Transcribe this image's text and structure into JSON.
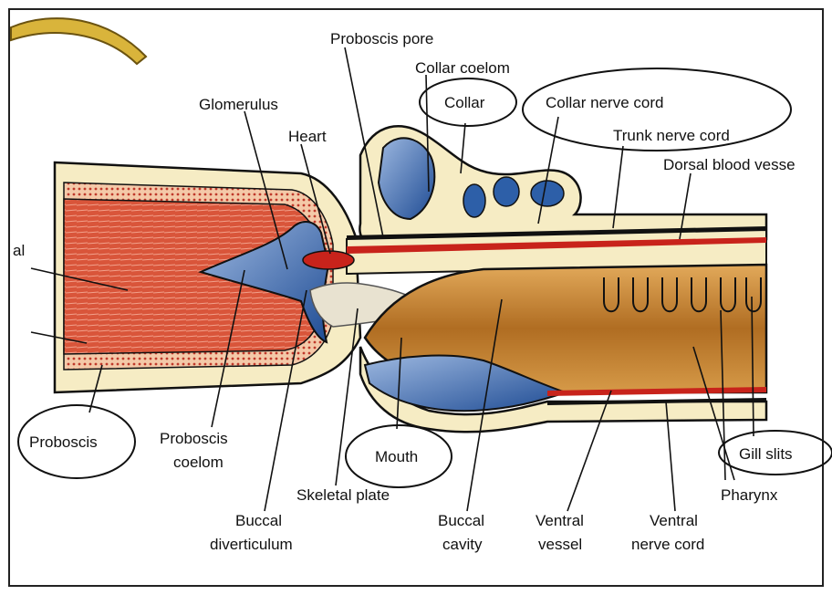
{
  "colors": {
    "muscle": "#d9553a",
    "muscle_stripe": "#f2a08a",
    "epidermis": "#f6ecc4",
    "coelom_blue": "#2d5fa8",
    "coelom_light": "#9db8e0",
    "vessel_red": "#c8231b",
    "gut_brown": "#b06d22",
    "gut_light": "#e2a95a",
    "outline": "#111111",
    "gold": "#d9b43b"
  },
  "labels": {
    "proboscis_pore": "Proboscis pore",
    "collar_coelom": "Collar coelom",
    "collar": "Collar",
    "collar_nerve_cord": "Collar nerve cord",
    "trunk_nerve_cord": "Trunk nerve cord",
    "dorsal_blood_vessel": "Dorsal blood vesse",
    "glomerulus": "Glomerulus",
    "heart": "Heart",
    "partial_left": "al",
    "proboscis": "Proboscis",
    "proboscis_coelom_1": "Proboscis",
    "proboscis_coelom_2": "coelom",
    "mouth": "Mouth",
    "skeletal_plate": "Skeletal plate",
    "buccal_div_1": "Buccal",
    "buccal_div_2": "diverticulum",
    "buccal_cav_1": "Buccal",
    "buccal_cav_2": "cavity",
    "ventral_vessel_1": "Ventral",
    "ventral_vessel_2": "vessel",
    "ventral_nerve_1": "Ventral",
    "ventral_nerve_2": "nerve cord",
    "gill_slits": "Gill slits",
    "pharynx": "Pharynx"
  }
}
